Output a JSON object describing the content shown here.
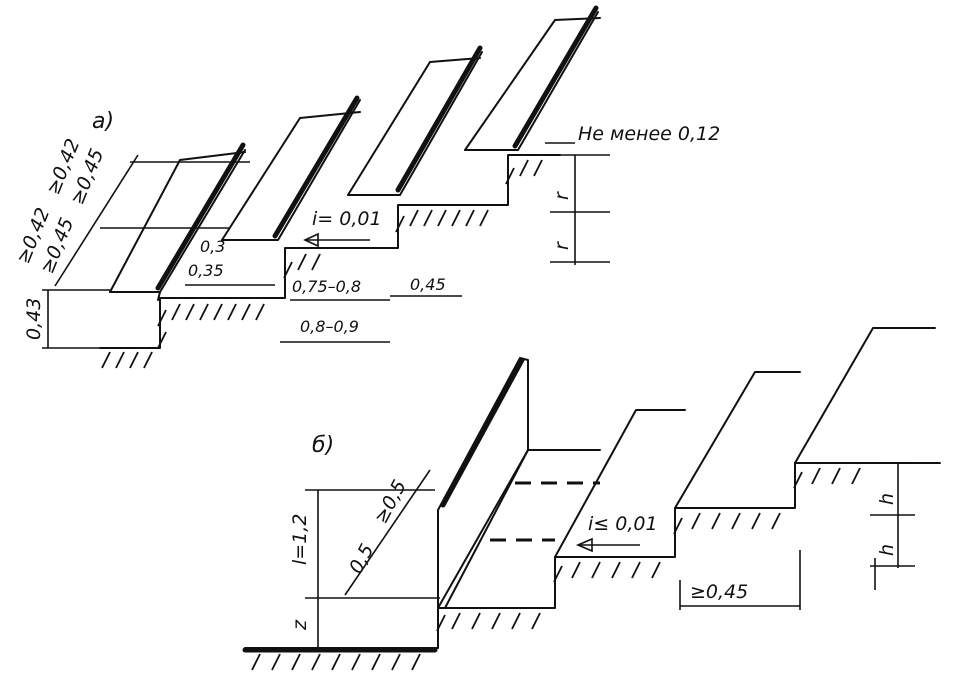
{
  "labels": {
    "part_a": "а)",
    "part_b": "б)",
    "min_012": "Не менее 0,12",
    "slope_a": "i= 0,01",
    "ge042_a": "≥0,42",
    "ge042_b": "≥0,42",
    "ge045_a": "≥0,45",
    "ge045_b": "≥0,45",
    "v043": "0,43",
    "v03": "0,3",
    "v035": "0,35",
    "v075_08": "0,75–0,8",
    "v08_09": "0,8–0,9",
    "v045_a": "0,45",
    "r1": "r",
    "r2": "r",
    "l12": "l=1,2",
    "z": "z",
    "v05": "0,5",
    "ge05": "≥0,5",
    "slope_b": "i≤ 0,01",
    "ge045_c": "≥0,45",
    "h1": "h",
    "h2": "h"
  }
}
